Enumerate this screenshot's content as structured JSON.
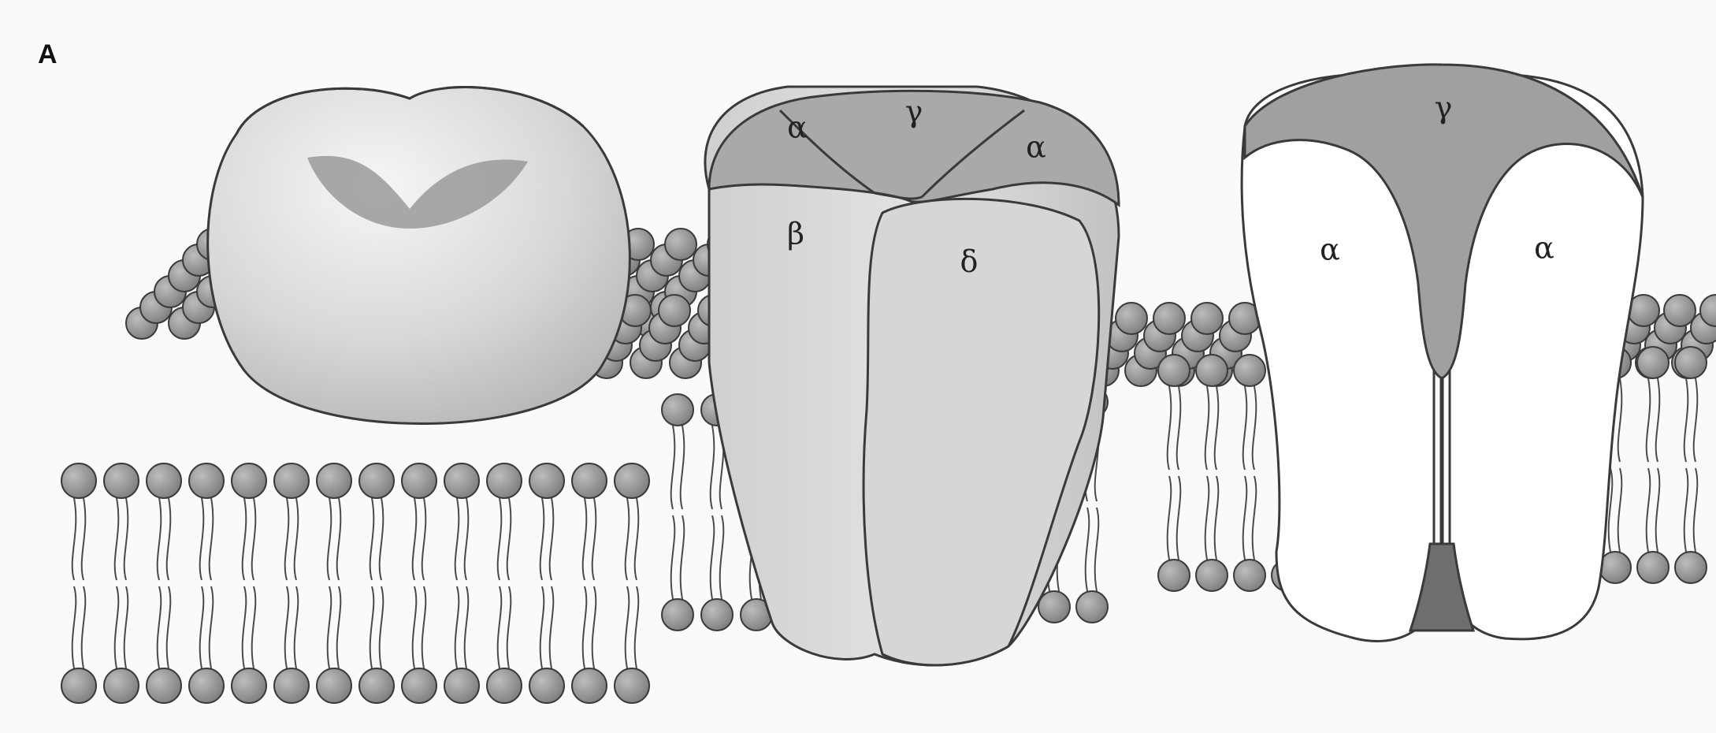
{
  "figure": {
    "panel_label": "A",
    "subunits_middle": {
      "alpha_left": "α",
      "gamma": "γ",
      "alpha_right": "α",
      "beta": "β",
      "delta": "δ"
    },
    "subunits_right": {
      "gamma": "γ",
      "alpha_left": "α",
      "alpha_right": "α"
    }
  },
  "colors": {
    "protein_light": "#dcdcdc",
    "protein_mid": "#c4c4c4",
    "protein_dark": "#8a8a8a",
    "lipid_head": "#9c9c9c",
    "outline": "#3a3a3a"
  }
}
